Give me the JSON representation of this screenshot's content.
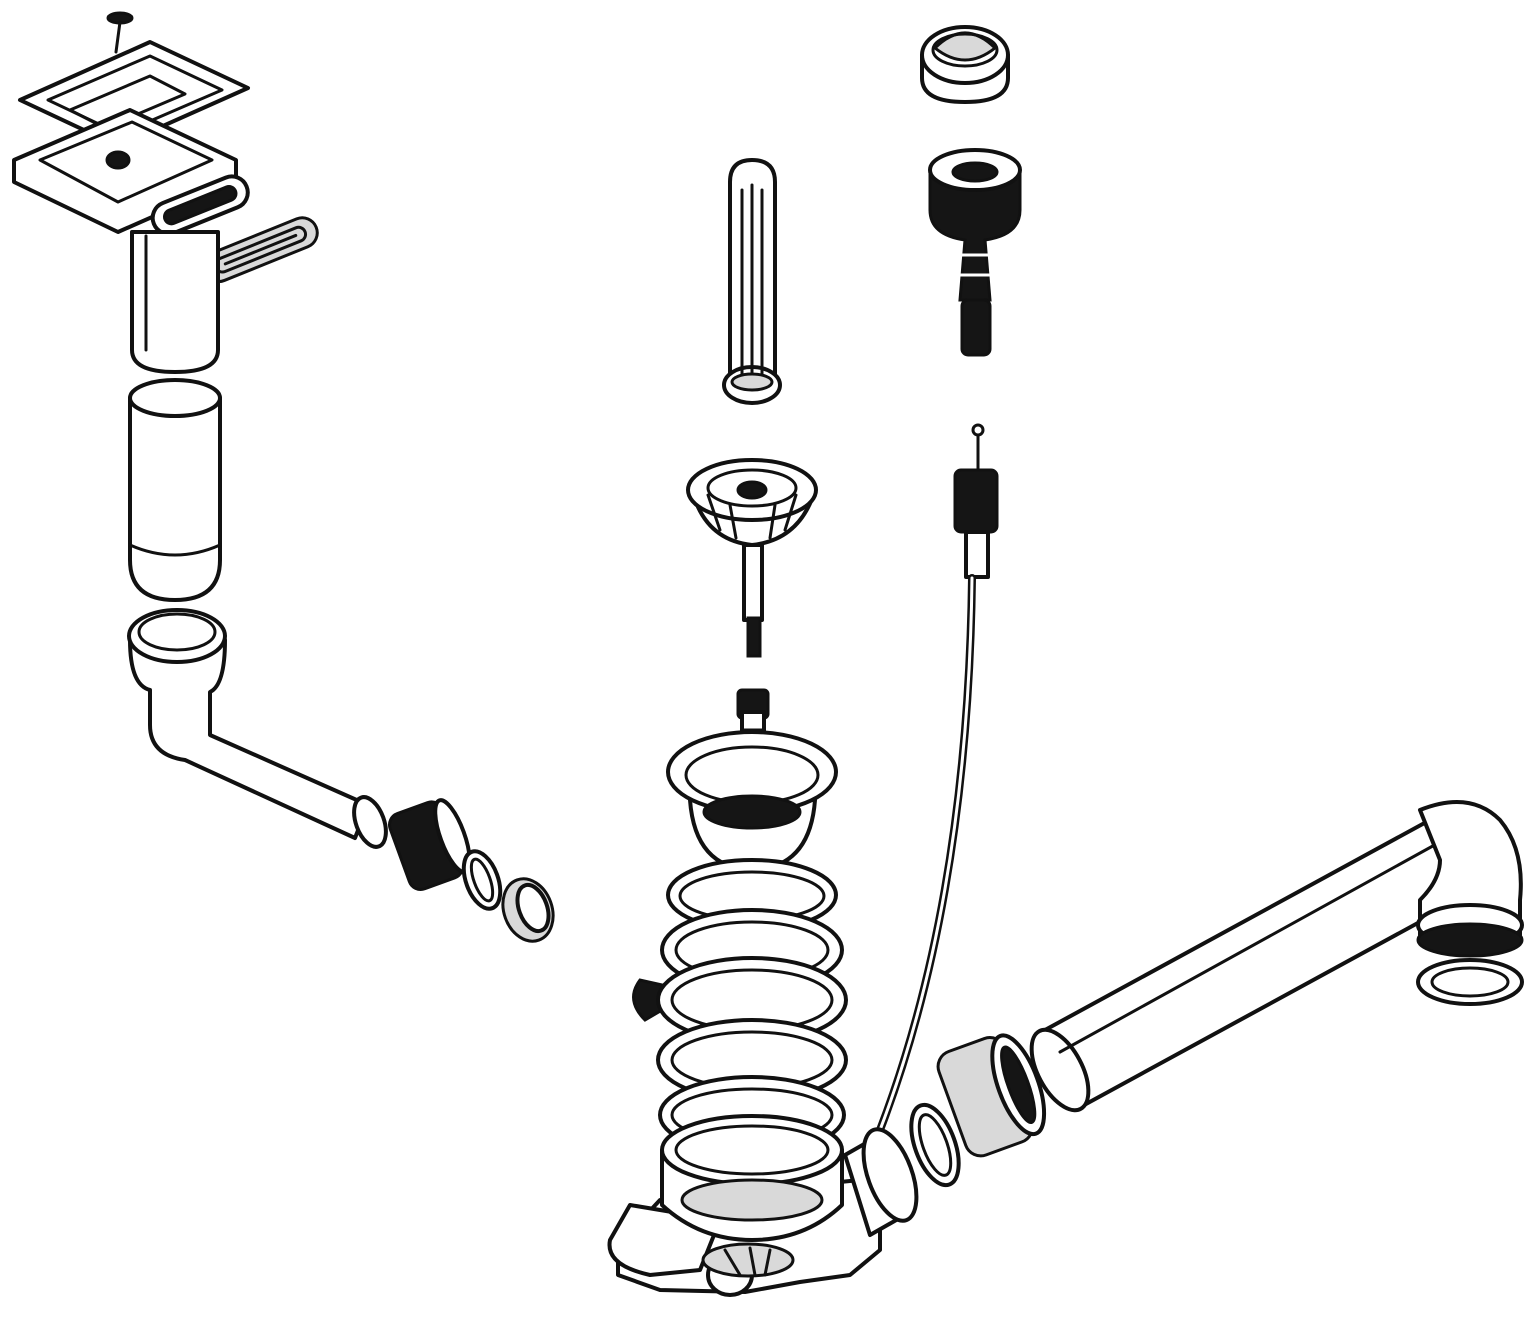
{
  "diagram": {
    "colors": {
      "line": "#111111",
      "fill": "#ffffff",
      "dark": "#151515",
      "shade": "#d9d9d9"
    },
    "parts": [
      "overflow-screw",
      "overflow-cover",
      "overflow-frame",
      "overflow-gaskets",
      "overflow-upper-pipe",
      "overflow-lower-pipe",
      "overflow-elbow",
      "overflow-nut",
      "overflow-seal-rings",
      "pop-up-knob",
      "knob-valve",
      "standpipe-rod",
      "basket-strainer",
      "bowden-cable",
      "strainer-stem",
      "waste-body",
      "waste-gaskets",
      "outlet-connector",
      "connector-nut",
      "drain-pipe",
      "drain-elbow",
      "drain-elbow-seal"
    ]
  }
}
